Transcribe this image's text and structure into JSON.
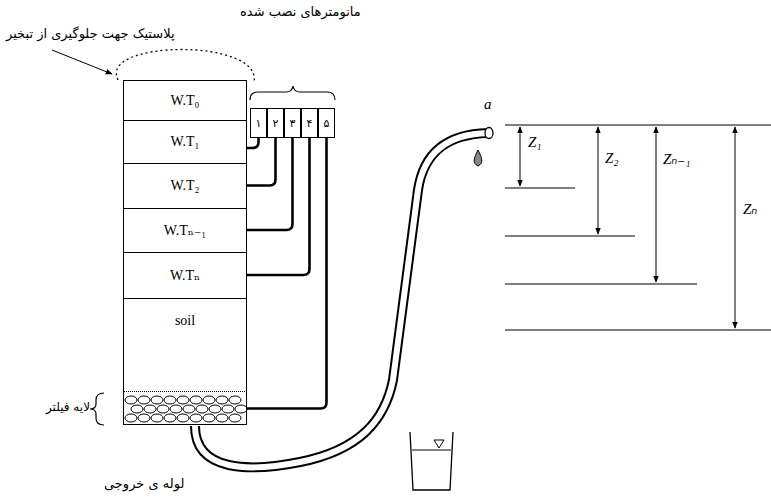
{
  "diagram": {
    "nodes": [
      {
        "text": [
          "W.T₀"
        ]
      },
      {
        "text": [
          "W.T₁"
        ]
      },
      {
        "text": [
          "W.T₂"
        ]
      },
      {
        "text": [
          "W.Tₙ₋₁"
        ]
      },
      {
        "text": [
          "W.Tₙ"
        ]
      },
      {
        "text": [
          "soil"
        ]
      },
      {
        "text": [
          "لایه فیلتر"
        ]
      },
      {
        "text": [
          "۱"
        ]
      },
      {
        "text": [
          "۲"
        ]
      },
      {
        "text": [
          "۳"
        ]
      },
      {
        "text": [
          "۴"
        ]
      },
      {
        "text": [
          "۵"
        ]
      }
    ],
    "edges": [
      {
        "from": 7,
        "to": 1,
        "arrow": "none"
      },
      {
        "from": 8,
        "to": 2,
        "arrow": "none"
      },
      {
        "from": 9,
        "to": 3,
        "arrow": "none"
      },
      {
        "from": 10,
        "to": 4,
        "arrow": "none"
      },
      {
        "from": 11,
        "to": 6,
        "arrow": "none"
      }
    ],
    "labels": [
      "مانومترهای نصب شده",
      "پلاستیک جهت جلوگیری از تبخیر",
      "a",
      "Z₁",
      "Z₂",
      "Zₙ₋₁",
      "Zₙ",
      "لوله ی خروجی"
    ]
  }
}
